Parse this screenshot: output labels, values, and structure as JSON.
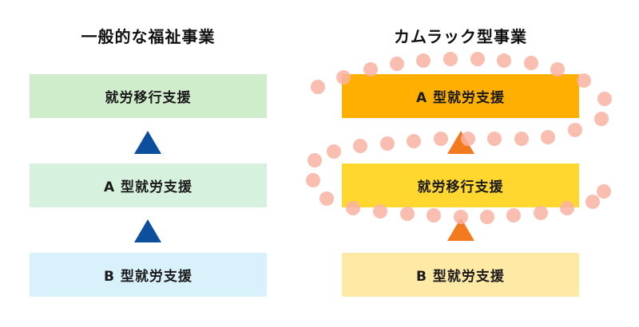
{
  "left": {
    "title": "一般的な福祉事業",
    "boxes": [
      "就労移行支援",
      "A 型就労支援",
      "B 型就労支援"
    ]
  },
  "right": {
    "title": "カムラック型事業",
    "boxes": [
      "A 型就労支援",
      "就労移行支援",
      "B 型就労支援"
    ]
  },
  "colors": {
    "left_box_top": "#cfeccb",
    "left_box_mid": "#d6f2de",
    "left_box_bottom": "#d8f1fb",
    "left_arrow": "#0c4f9c",
    "right_box_top": "#ffaf00",
    "right_box_mid": "#ffd72e",
    "right_box_bottom": "#feeaa4",
    "right_arrow": "#f37a1f",
    "dots": "#f9b3a3"
  }
}
